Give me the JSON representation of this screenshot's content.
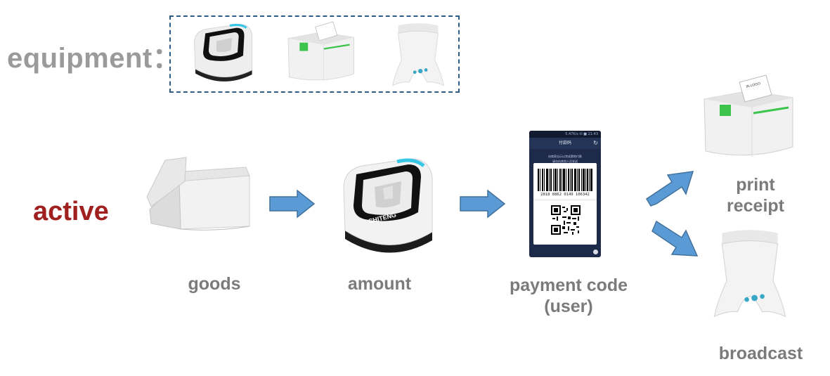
{
  "equipment_label": "equipment：",
  "active_label": "active",
  "steps": {
    "goods": "goods",
    "amount": "amount",
    "payment_line1": "payment code",
    "payment_line2": "(user)",
    "print_line1": "print",
    "print_line2": "receipt",
    "broadcast": "broadcast"
  },
  "scanner_brand": "CHITENG",
  "phone": {
    "status": "5.47K/s  ✉  ■ 21:43",
    "title": "付款码",
    "hint_line1": "向商家出示以完成滁地付款",
    "hint_line2": "请勿向其他人员发送",
    "barcode_number": "2818 8862 0149 106342"
  },
  "receipt_logo": "IN LOGO",
  "colors": {
    "active": "#a0201f",
    "equipment": "#9a9a9a",
    "label": "#7b7b7b",
    "arrow": "#5b9bd5",
    "dashed_border": "#2f5d8a",
    "accent_green": "#3cc34b",
    "accent_cyan": "#38c8e6"
  }
}
